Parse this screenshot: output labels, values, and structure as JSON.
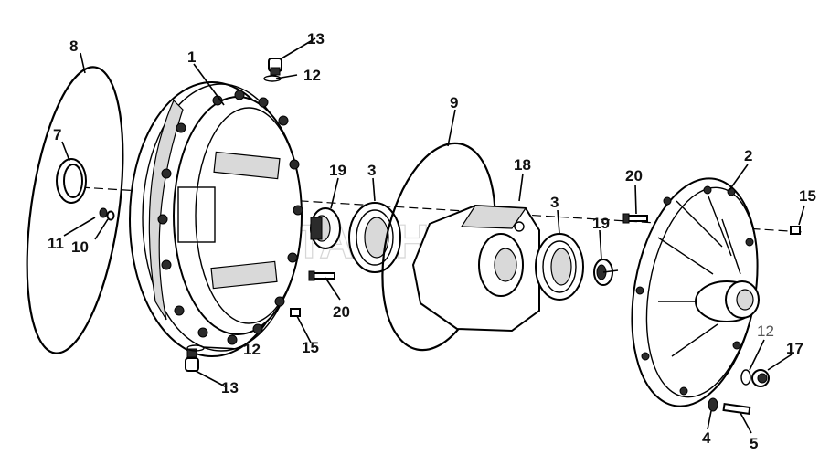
{
  "diagram": {
    "watermark": "АВТОЛАЙНС",
    "callouts": [
      {
        "id": "c1",
        "text": "1"
      },
      {
        "id": "c2",
        "text": "2"
      },
      {
        "id": "c3a",
        "text": "3"
      },
      {
        "id": "c3b",
        "text": "3"
      },
      {
        "id": "c4",
        "text": "4"
      },
      {
        "id": "c5",
        "text": "5"
      },
      {
        "id": "c7",
        "text": "7"
      },
      {
        "id": "c8",
        "text": "8"
      },
      {
        "id": "c9",
        "text": "9"
      },
      {
        "id": "c10",
        "text": "10"
      },
      {
        "id": "c11",
        "text": "11"
      },
      {
        "id": "c12a",
        "text": "12"
      },
      {
        "id": "c12b",
        "text": "12"
      },
      {
        "id": "c12c",
        "text": "12"
      },
      {
        "id": "c13a",
        "text": "13"
      },
      {
        "id": "c13b",
        "text": "13"
      },
      {
        "id": "c15a",
        "text": "15"
      },
      {
        "id": "c15b",
        "text": "15"
      },
      {
        "id": "c17",
        "text": "17"
      },
      {
        "id": "c18",
        "text": "18"
      },
      {
        "id": "c19a",
        "text": "19"
      },
      {
        "id": "c19b",
        "text": "19"
      },
      {
        "id": "c20a",
        "text": "20"
      },
      {
        "id": "c20b",
        "text": "20"
      }
    ]
  }
}
